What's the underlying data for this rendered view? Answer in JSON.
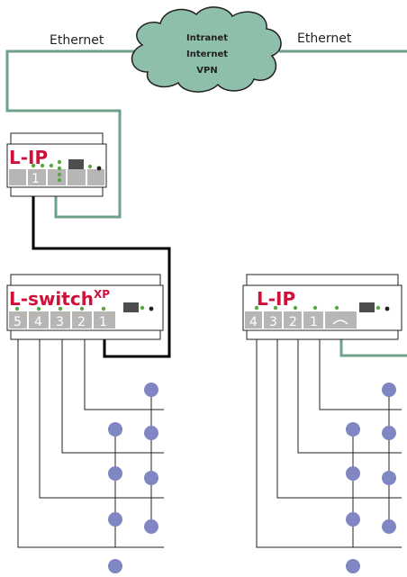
{
  "labels": {
    "ethernet_left": "Ethernet",
    "ethernet_right": "Ethernet",
    "cloud_lines": [
      "Intranet",
      "Internet",
      "VPN"
    ]
  },
  "devices": {
    "top_lip": {
      "name": "L-IP",
      "ports": [
        "1"
      ]
    },
    "switch": {
      "name": "L-switch",
      "superscript": "XP",
      "ports": [
        "5",
        "4",
        "3",
        "2",
        "1"
      ]
    },
    "right_lip": {
      "name": "L-IP",
      "ports": [
        "4",
        "3",
        "2",
        "1"
      ]
    }
  },
  "colors": {
    "ethernet_line": "#6ea08a",
    "cloud_fill": "#8dbfab",
    "bus_node": "#7f86c2",
    "brand_text": "#d0103a",
    "led": "#5aa844",
    "port_panel": "#b7b6b5",
    "black_link": "#000000"
  }
}
